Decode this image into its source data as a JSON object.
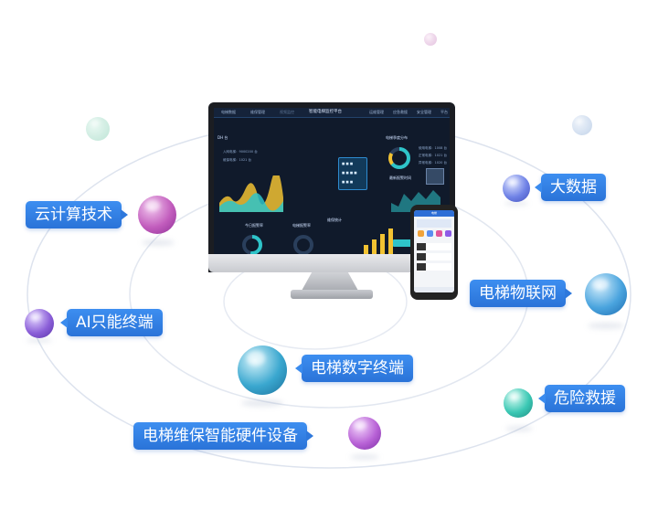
{
  "labels": {
    "cloud": "云计算技术",
    "bigdata": "大数据",
    "ai": "AI只能终端",
    "iot": "电梯物联网",
    "digital": "电梯数字终端",
    "rescue": "危险救援",
    "hardware": "电梯维保智能硬件设备"
  },
  "screen": {
    "title": "智能电梯监控平台",
    "nav": [
      "电梯数据",
      "维保管理",
      "视频监控",
      "运维管理",
      "应急救援",
      "安全管理",
      "平台"
    ],
    "left_header": "DH 台",
    "left_rows": [
      "入网电梯：9000200 台",
      "维保电梯：1021 台"
    ],
    "right_header": "电梯季度分布",
    "right_rows": [
      "使用电梯：1008 台",
      "正常电梯：1021 台",
      "异常电梯：1020 台"
    ],
    "panel_recent": "最新报警时间",
    "panel_today": "今日报警率",
    "panel_fault": "电梯报警率",
    "panel_stats": "维保统计"
  },
  "phone": {
    "title": "电梯"
  },
  "colors": {
    "bubble": "#2f7ce0",
    "screen_bg": "#101a2b",
    "accent_yellow": "#f1c232",
    "accent_teal": "#2ec4c9"
  }
}
